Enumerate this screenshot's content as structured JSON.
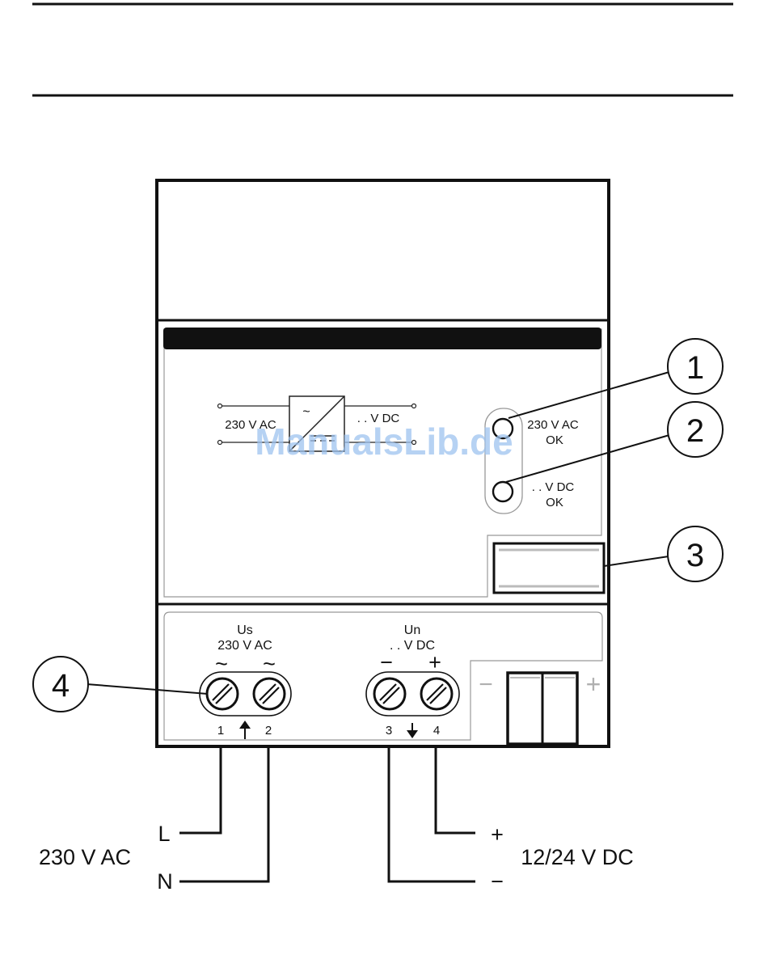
{
  "watermark": "ManualsLib.de",
  "callouts": [
    "1",
    "2",
    "3",
    "4"
  ],
  "module": {
    "input_label": "230 V AC",
    "output_label": ". . V DC",
    "converter_symbol": "~",
    "led_ac_line1": "230 V AC",
    "led_ac_line2": "OK",
    "led_dc_line1": ". . V DC",
    "led_dc_line2": "OK"
  },
  "terminals": {
    "us_title": "Us",
    "us_voltage": "230 V AC",
    "ac_symbol": "~",
    "un_title": "Un",
    "un_voltage": ". . V DC",
    "minus_symbol": "−",
    "plus_symbol": "+",
    "numbers": [
      "1",
      "2",
      "3",
      "4"
    ],
    "bus_minus": "−",
    "bus_plus": "+"
  },
  "wiring": {
    "line_label": "L",
    "neutral_label": "N",
    "ac_supply": "230 V AC",
    "dc_plus": "+",
    "dc_minus": "−",
    "dc_output": "12/24 V DC"
  }
}
